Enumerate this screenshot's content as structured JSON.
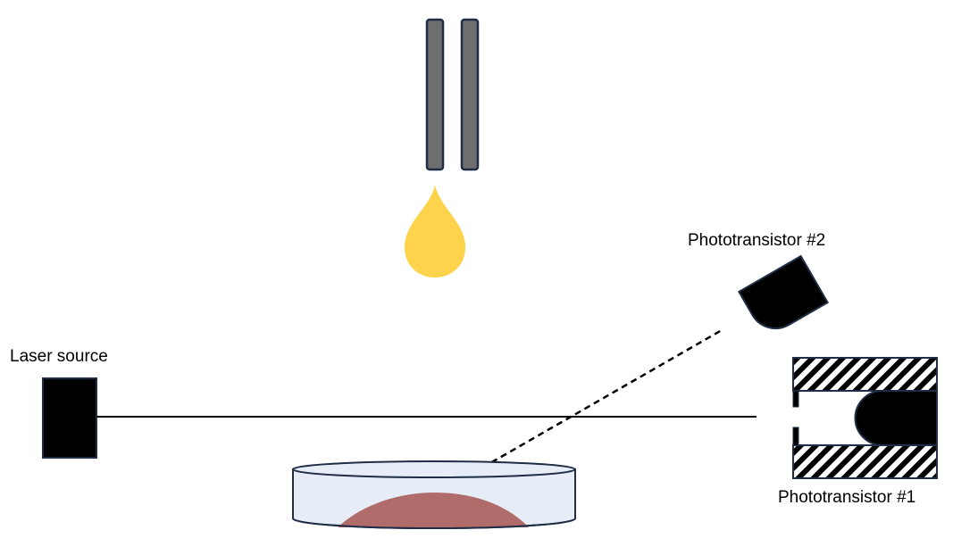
{
  "labels": {
    "laser_source": "Laser source",
    "phototransistor_2": "Phototransistor #2",
    "phototransistor_1": "Phototransistor #1"
  },
  "colors": {
    "background": "#ffffff",
    "needle_fill": "#6e6e6e",
    "needle_stroke": "#1f2d45",
    "droplet": "#fdd34b",
    "sensor_fill": "#000000",
    "sensor_stroke": "#1f2d45",
    "dish_fill": "#e6edf7",
    "dish_stroke": "#1f2d45",
    "sample": "#b06b6b",
    "beam": "#000000"
  }
}
